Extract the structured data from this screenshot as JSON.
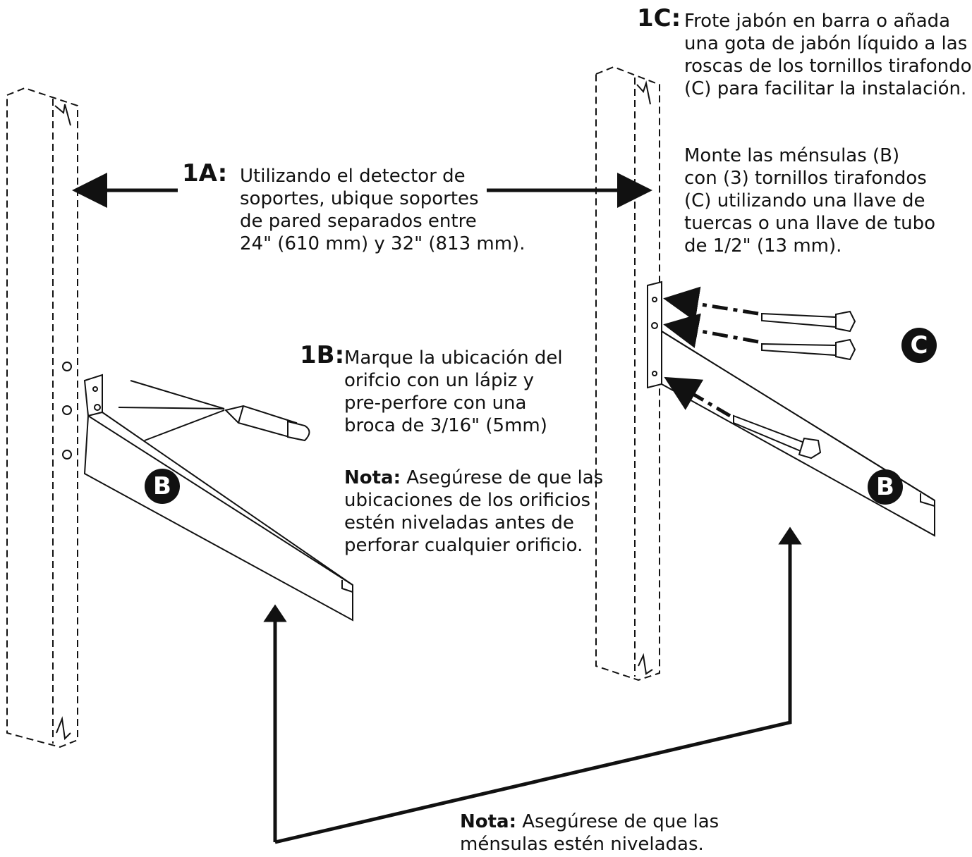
{
  "step_1a": {
    "label": "1A:",
    "lines": [
      "Utilizando el detector de",
      "soportes, ubique soportes",
      "de pared separados entre",
      "24\" (610 mm) y 32\" (813 mm)."
    ]
  },
  "step_1b": {
    "label": "1B:",
    "lines": [
      "Marque la ubicación del",
      "orifcio con un lápiz y",
      "pre-perfore con una",
      "broca de 3/16\" (5mm)"
    ],
    "note_label": "Nota:",
    "note_lines": [
      "Asegúrese de que las",
      "ubicaciones de los orificios",
      "estén niveladas antes de",
      "perforar cualquier orificio."
    ]
  },
  "step_1c": {
    "label": "1C:",
    "lines": [
      "Frote jabón en barra o añada",
      "una gota de jabón líquido a las",
      "roscas de los tornillos tirafondo",
      "(C) para facilitar la instalación."
    ],
    "lines2": [
      "Monte las ménsulas (B)",
      "con (3) tornillos tirafondos",
      "(C) utilizando una llave de",
      "tuercas o una llave de tubo",
      "de 1/2\" (13 mm)."
    ]
  },
  "bottom_note": {
    "label": "Nota:",
    "lines": [
      "Asegúrese de que las",
      "ménsulas estén niveladas."
    ]
  },
  "parts": {
    "bracket_left": "B",
    "bracket_right": "B",
    "screws": "C"
  }
}
